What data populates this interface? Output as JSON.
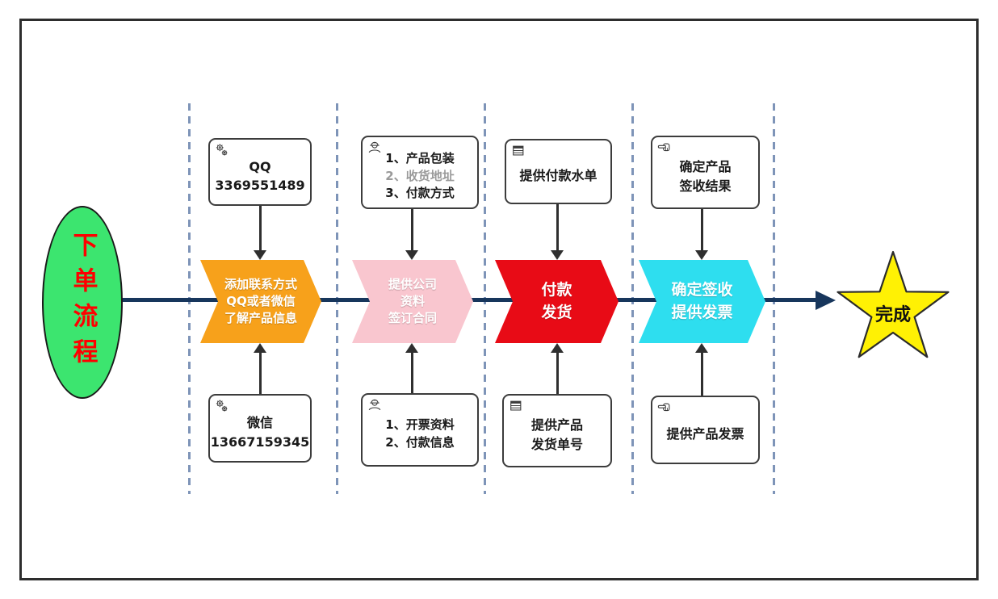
{
  "ellipse": {
    "label": "下单流程"
  },
  "star": {
    "label": "完成"
  },
  "stages": [
    {
      "top_box": {
        "icon": "gears-icon",
        "lines": [
          "QQ",
          "3369551489"
        ]
      },
      "chevron": {
        "color": "#f7a11b",
        "lines": [
          "添加联系方式",
          "QQ或者微信",
          "了解产品信息"
        ]
      },
      "bottom_box": {
        "icon": "gears-icon",
        "lines": [
          "微信",
          "13667159345"
        ]
      }
    },
    {
      "top_box": {
        "icon": "worker-icon",
        "lines": [
          "1、产品包装",
          "2、收货地址",
          "3、付款方式"
        ]
      },
      "chevron": {
        "color": "#f9c6cf",
        "lines": [
          "提供公司",
          "资料",
          "签订合同"
        ]
      },
      "bottom_box": {
        "icon": "worker-icon",
        "lines": [
          "1、开票资料",
          "2、付款信息"
        ]
      }
    },
    {
      "top_box": {
        "icon": "table-icon",
        "lines": [
          "提供付款水单"
        ]
      },
      "chevron": {
        "color": "#e80b16",
        "lines": [
          "付款",
          "发货"
        ]
      },
      "bottom_box": {
        "icon": "table-icon",
        "lines": [
          "提供产品",
          "发货单号"
        ]
      }
    },
    {
      "top_box": {
        "icon": "hand-icon",
        "lines": [
          "确定产品",
          "签收结果"
        ]
      },
      "chevron": {
        "color": "#2edeef",
        "lines": [
          "确定签收",
          "提供发票"
        ]
      },
      "bottom_box": {
        "icon": "hand-icon",
        "lines": [
          "提供产品发票"
        ]
      }
    }
  ],
  "colors": {
    "main_line": "#17365c",
    "dashed_guide": "#7e94b8",
    "ellipse_fill": "#3ce56f",
    "ellipse_text": "#fe0000",
    "star_fill": "#fff104"
  }
}
